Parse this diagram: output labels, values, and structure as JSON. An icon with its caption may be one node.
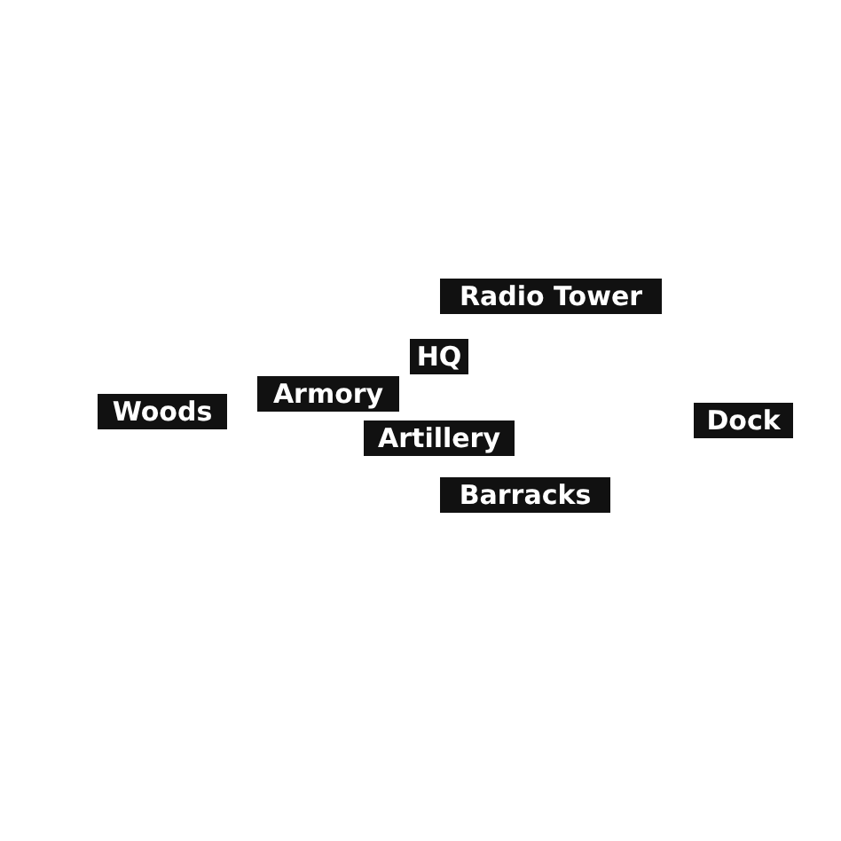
{
  "diagram": {
    "nodes": [
      {
        "text": [
          "Radio Tower"
        ]
      },
      {
        "text": [
          "HQ"
        ]
      },
      {
        "text": [
          "Armory"
        ]
      },
      {
        "text": [
          "Woods"
        ]
      },
      {
        "text": [
          "Dock"
        ]
      },
      {
        "text": [
          "Artillery"
        ]
      },
      {
        "text": [
          "Barracks"
        ]
      }
    ]
  }
}
